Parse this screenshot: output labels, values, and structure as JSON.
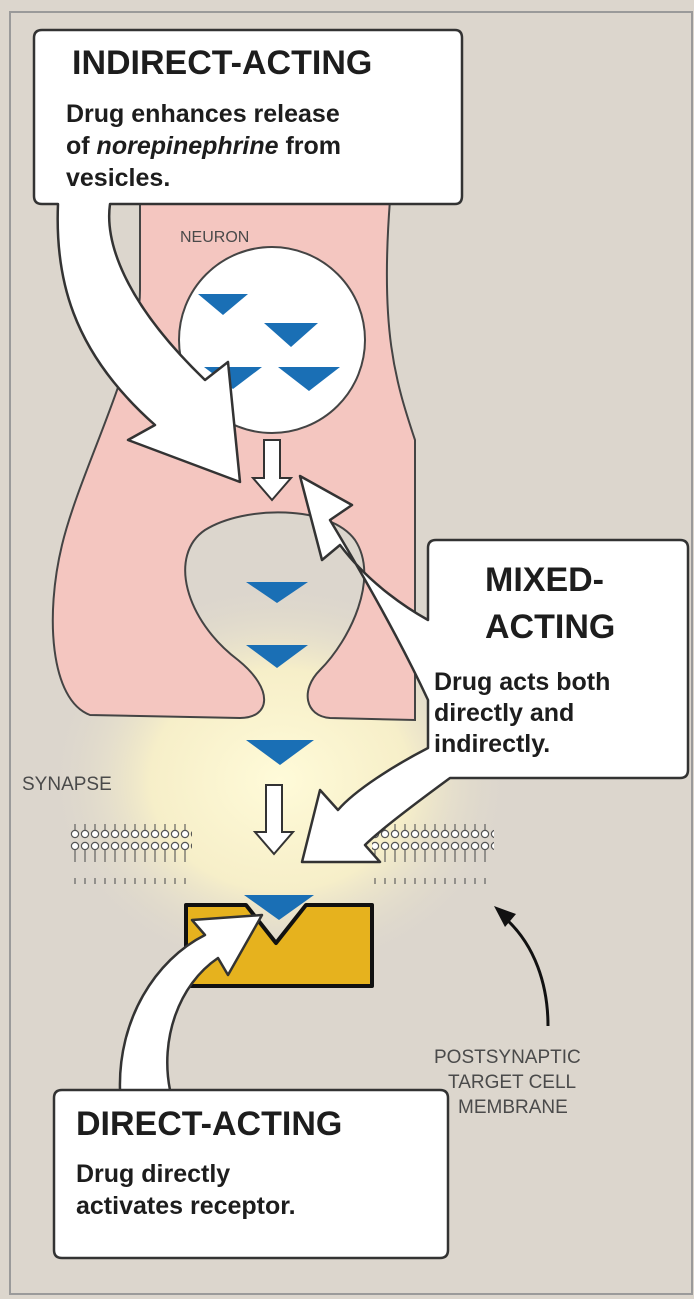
{
  "callouts": {
    "indirect": {
      "title": "INDIRECT-ACTING",
      "line1": "Drug enhances release",
      "line2_prefix": "of ",
      "line2_italic": "norepinephrine",
      "line2_suffix": " from",
      "line3": "vesicles."
    },
    "mixed": {
      "title_line1": "MIXED-",
      "title_line2": "ACTING",
      "line1": "Drug acts both",
      "line2": "directly and",
      "line3": "indirectly."
    },
    "direct": {
      "title": "DIRECT-ACTING",
      "line1": "Drug directly",
      "line2": "activates receptor."
    }
  },
  "labels": {
    "neuron": "NEURON",
    "synapse": "SYNAPSE",
    "postsynaptic_line1": "POSTSYNAPTIC",
    "postsynaptic_line2": "TARGET CELL",
    "postsynaptic_line3": "MEMBRANE"
  },
  "colors": {
    "background": "#dcd6cd",
    "neuron": "#f4c6c0",
    "neurotransmitter": "#1a6fb5",
    "receptor": "#e6b21e",
    "glow": "#fffbd9"
  }
}
